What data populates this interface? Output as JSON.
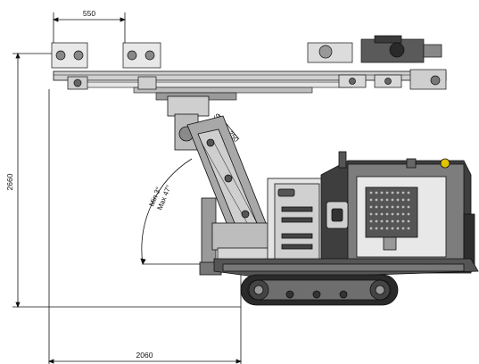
{
  "dimensions": {
    "top_width": "550",
    "total_height": "2660",
    "reach": "2060",
    "stroke": "Stroke 250",
    "angle_min": "Min 3°",
    "angle_max": "Max 47°"
  },
  "colors": {
    "line": "#111111",
    "body_dark": "#3a3a3a",
    "body_mid": "#8a8a8a",
    "body_light": "#d8d8d8",
    "track": "#2a2a2a"
  }
}
